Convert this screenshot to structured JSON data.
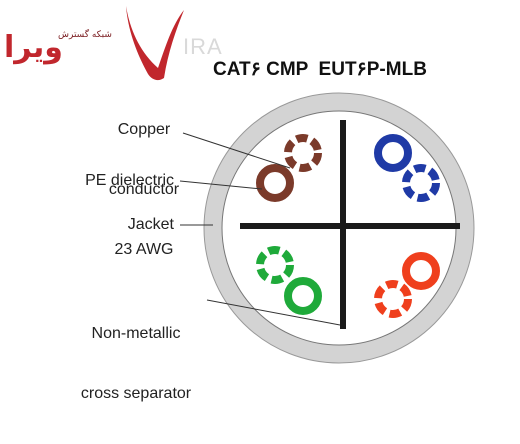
{
  "logo": {
    "mark": "ویرا",
    "tagline": "شبکه گسترش",
    "latin": "IRA"
  },
  "title": "CAT۶ CMP  EUT۶P-MLB",
  "labels": {
    "copper_line1": "Copper",
    "copper_line2": "conductor",
    "copper_line3": "23 AWG",
    "dielectric": "PE dielectric",
    "jacket": "Jacket",
    "separator_line1": "Non-metallic",
    "separator_line2": "cross separator"
  },
  "colors": {
    "jacket": "#d3d3d3",
    "separator": "#1a1a1a",
    "pair_brown": "#7b3a2a",
    "pair_blue": "#1f3aa6",
    "pair_green": "#1faa3a",
    "pair_orange": "#ef3f1d",
    "logo_red": "#c1272d"
  },
  "pairs": [
    "brown",
    "blue",
    "green",
    "orange"
  ]
}
